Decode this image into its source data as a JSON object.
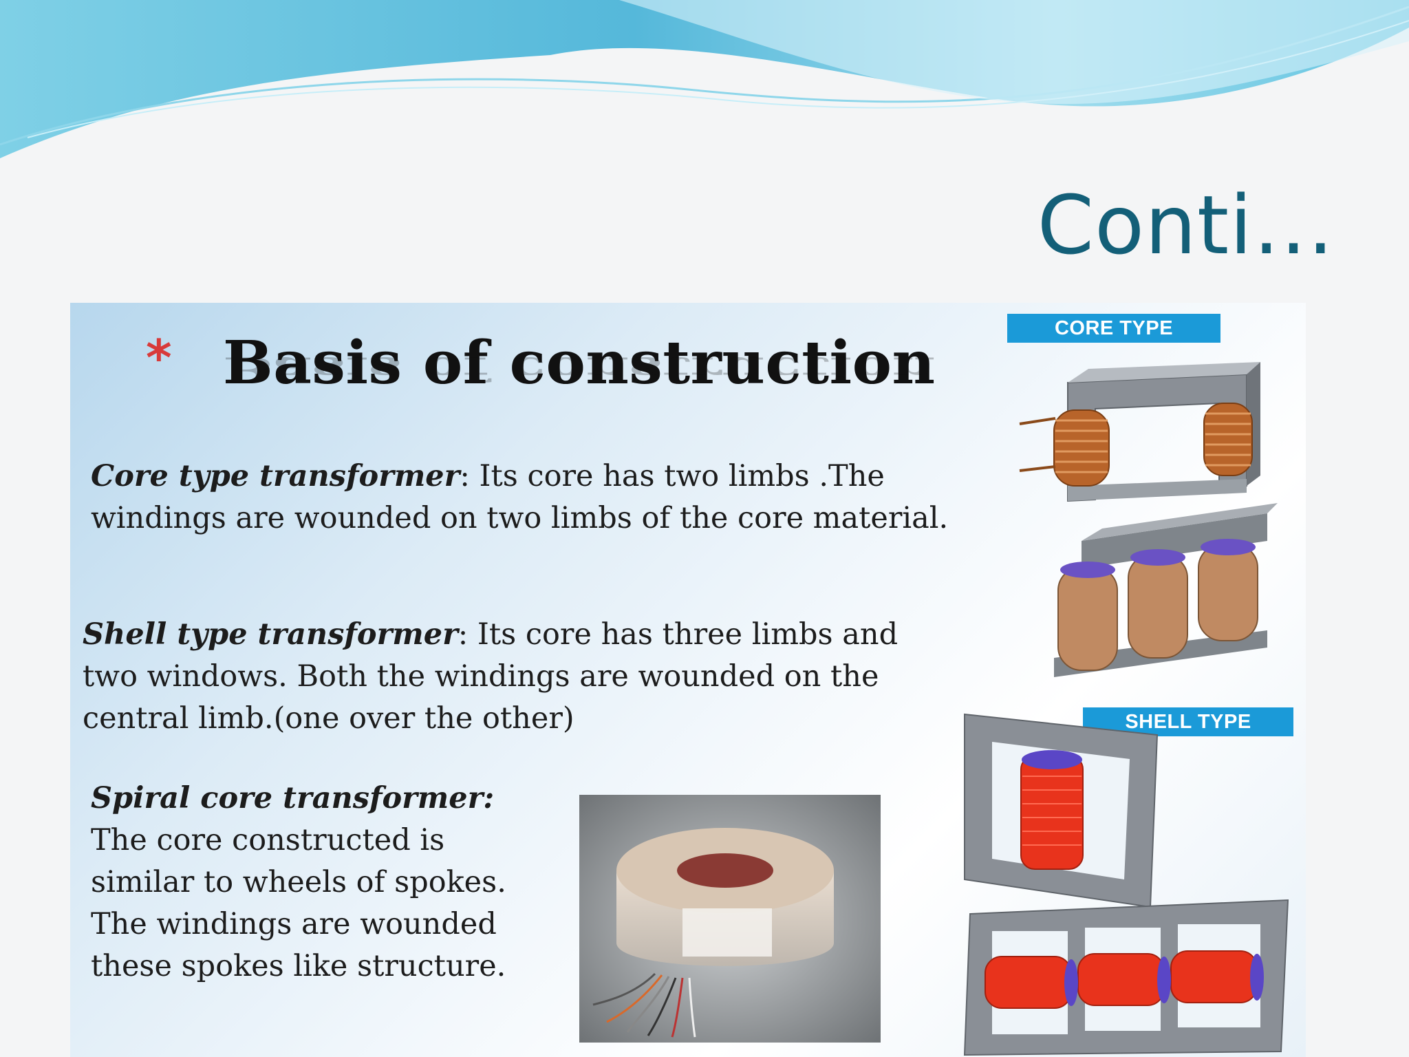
{
  "slide": {
    "title": "Conti…"
  },
  "panel": {
    "bullet_symbol": "*",
    "heading": "Basis of construction",
    "core": {
      "term": "Core type transformer",
      "text": ": Its core has two limbs .The windings are wounded on two limbs of the core material."
    },
    "shell": {
      "term": "Shell type transformer",
      "text": ": Its core has three limbs and two windows. Both the windings are wounded on the central limb.(one over the other)"
    },
    "spiral": {
      "term": "Spiral core transformer:",
      "text": " The core constructed is similar to wheels of spokes. The windings are wounded these spokes like structure."
    },
    "core_type_label": "CORE TYPE",
    "shell_type_label": "SHELL TYPE"
  },
  "colors": {
    "title": "#135f78",
    "wave": "#5cc3e0",
    "label_bg": "#1b9ad8",
    "coil_copper": "#b8642a",
    "coil_red": "#e8331c",
    "core_grey": "#8a8f96"
  }
}
